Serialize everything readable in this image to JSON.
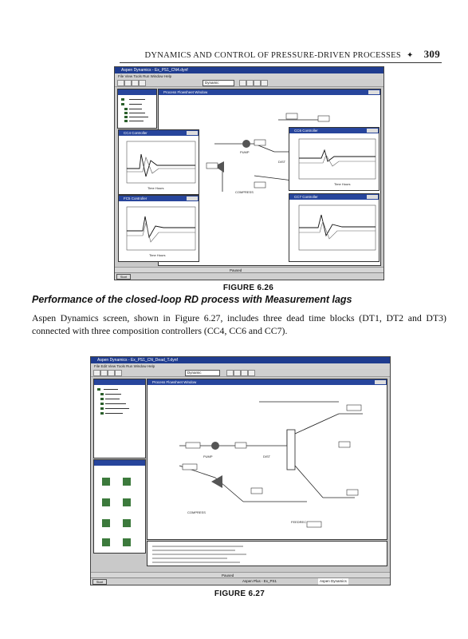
{
  "page": {
    "running_head": "DYNAMICS AND CONTROL OF PRESSURE-DRIVEN PROCESSES",
    "page_number": "309"
  },
  "figure_626": {
    "caption": "FIGURE 6.26",
    "window_title": "Aspen Dynamics - Ex_PS1_CN4.dynf",
    "menu": "File  View  Tools  Run  Window  Help",
    "run_mode": "Dynamic",
    "flowsheet_title": "Process Flowsheet Window",
    "plot_cc4": "CC4 Controller",
    "plot_cc6": "CC6 Controller",
    "plot_cc7": "CC7 Controller",
    "plot_fc5": "FC5 Controller",
    "time_axis": "Time Hours",
    "status": "Paused",
    "start": "Start"
  },
  "section": {
    "heading": "Performance of the closed-loop RD process with Measurement lags",
    "paragraph": "Aspen Dynamics screen, shown in Figure 6.27, includes three dead time blocks (DT1, DT2 and DT3) connected with three composition controllers (CC4, CC6 and CC7)."
  },
  "figure_627": {
    "caption": "FIGURE 6.27",
    "window_title": "Aspen Dynamics - Ex_PS1_CN_Dead_T.dynf",
    "menu": "File  Edit  View  Tools  Run  Window  Help",
    "run_mode": "Dynamic",
    "flowsheet_title": "Process Flowsheet Window",
    "status": "Paused",
    "start": "Start",
    "taskbar_items": [
      "Aspen Plus - Ex_PS1",
      "Aspen Dynamics"
    ]
  }
}
